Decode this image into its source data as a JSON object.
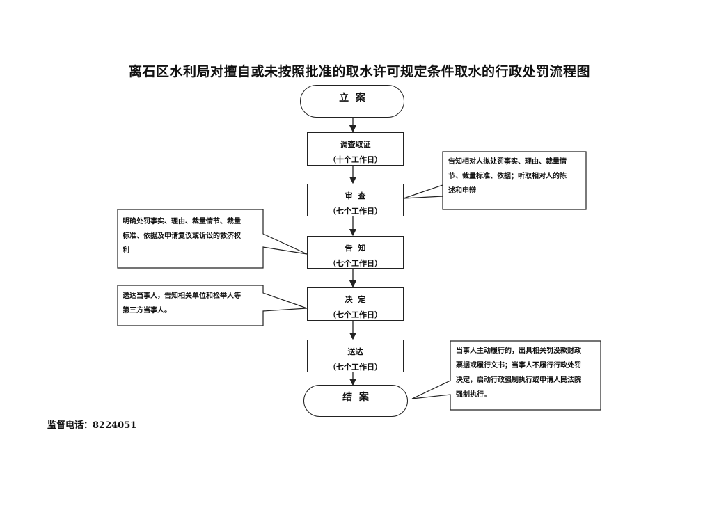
{
  "title": "离石区水利局对擅自或未按照批准的取水许可规定条件取水的行政处罚流程图",
  "flow": {
    "start": "立  案",
    "investigate": {
      "label": "调查取证",
      "days": "（十个工作日）"
    },
    "review": {
      "label": "审  查",
      "days": "（七个工作日）"
    },
    "notify": {
      "label": "告  知",
      "days": "（七个工作日）"
    },
    "decide": {
      "label": "决  定",
      "days": "（七个工作日）"
    },
    "deliver": {
      "label": "送达",
      "days": "（七个工作日）"
    },
    "end": "结  案"
  },
  "notes": {
    "review_lines": [
      "告知相对人拟处罚事实、理由、裁量情",
      "节、裁量标准、依据；听取相对人的陈",
      "述和申辩"
    ],
    "notify_lines": [
      "明确处罚事实、理由、裁量情节、裁量",
      "标准、依据及申请复议或诉讼的救济权",
      "利"
    ],
    "decide_lines": [
      "送达当事人，告知相关单位和检举人等",
      "第三方当事人。"
    ],
    "end_lines": [
      "当事人主动履行的，出具相关罚没款财政",
      "票据或履行文书；当事人不履行行政处罚",
      "决定，启动行政强制执行或申请人民法院",
      "强制执行。"
    ]
  },
  "footer": {
    "phone": "监督电话：8224051"
  }
}
